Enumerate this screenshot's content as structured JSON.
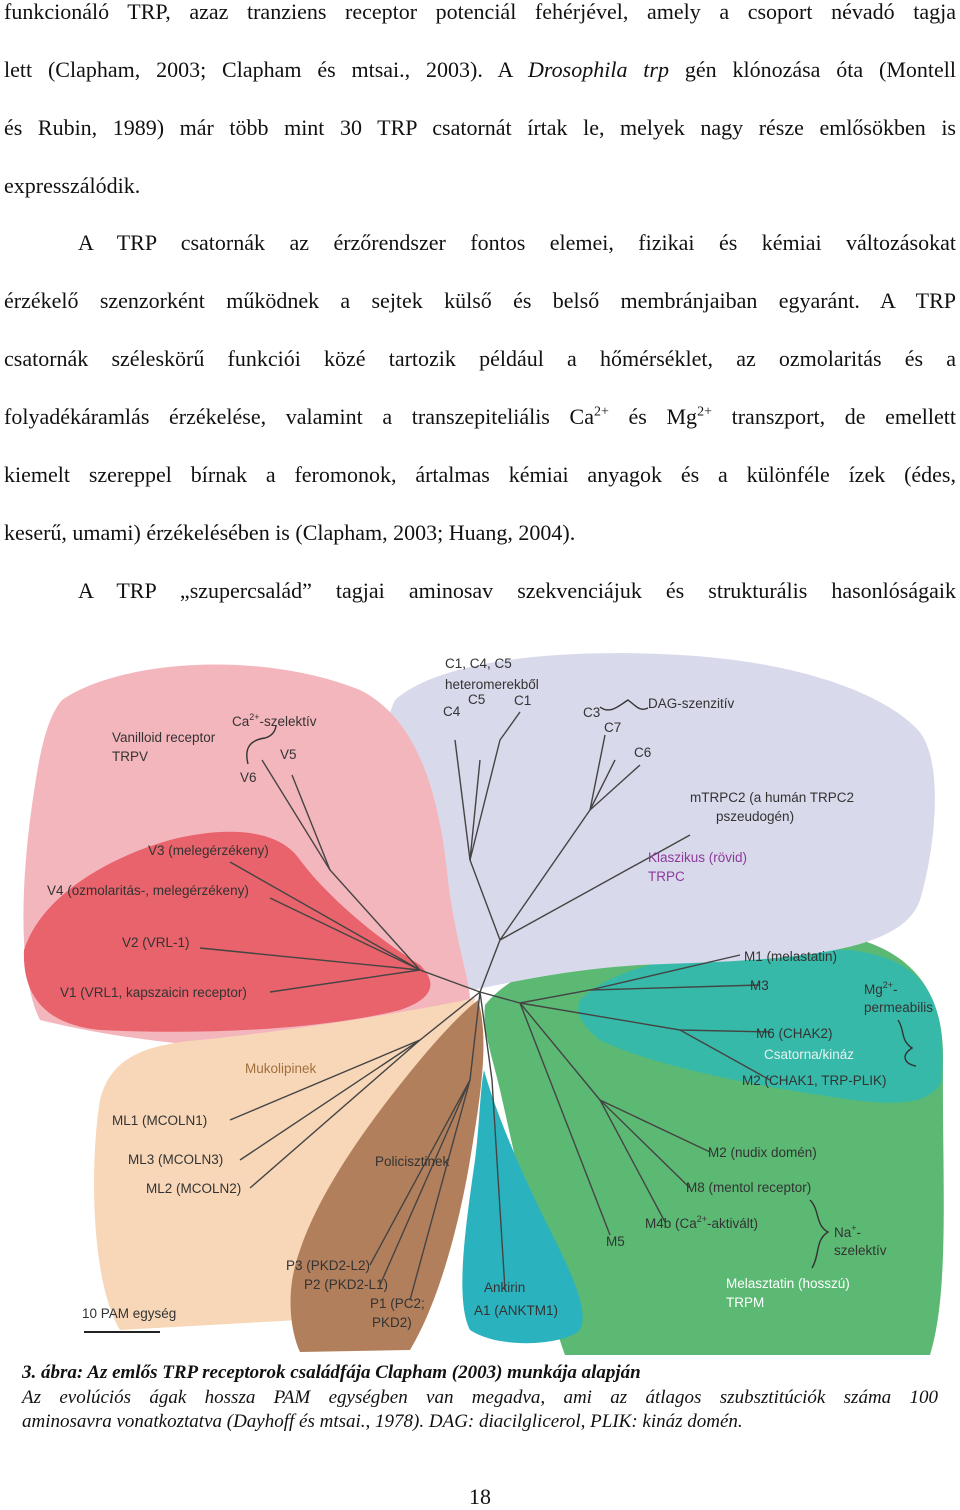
{
  "body_text": {
    "p1": [
      "funkcionáló TRP, azaz tranziens receptor potenciál fehérjével, amely a csoport névadó tagja",
      [
        "lett (Clapham, 2003; Clapham és mtsai., 2003). A ",
        "Drosophila trp",
        " gén klónozása óta (Montell"
      ],
      "és Rubin, 1989) már több mint 30 TRP csatornát írtak le, melyek nagy része emlősökben is",
      "expresszálódik."
    ],
    "p2": [
      "A TRP csatornák az érzőrendszer fontos elemei, fizikai és kémiai változásokat",
      "érzékelő szenzorként működnek a sejtek külső és belső membránjaiban egyaránt. A TRP",
      "csatornák széleskörű funkciói közé tartozik például a hőmérséklet, az ozmolaritás és a",
      [
        "folyadékáramlás érzékelése, valamint a transzepiteliális Ca",
        "2+",
        " és Mg",
        "2+",
        " transzport, de emellett"
      ],
      "kiemelt szereppel bírnak a feromonok, ártalmas kémiai anyagok és a különféle ízek (édes,",
      "keserű, umami) érzékelésében is (Clapham, 2003; Huang, 2004)."
    ],
    "p3": "A TRP „szupercsalád” tagjai aminosav szekvenciájuk és strukturális hasonlóságaik"
  },
  "figure": {
    "colors": {
      "trpv_light": "#f4b6bd",
      "trpv_dark": "#e8636b",
      "trpc": "#d8d9ea",
      "trpm": "#5bb973",
      "trpm_inner": "#36b9a9",
      "mucolipin": "#f8d7b9",
      "polycystin": "#b27f5c",
      "ankyrin": "#2bb2bf",
      "trpc_label": "#8e3a9b",
      "trpm_label": "#ffffff"
    },
    "labels": {
      "c145_het_1": "C1, C4, C5",
      "c145_het_2": "heteromerekből",
      "c5": "C5",
      "c1": "C1",
      "c4": "C4",
      "c3": "C3",
      "c7": "C7",
      "c6": "C6",
      "dag": "DAG-szenzitív",
      "mtrpc2_1": "mTRPC2 (a humán TRPC2",
      "mtrpc2_2": "pszeudogén)",
      "trpc_1": "Klaszikus (rövid)",
      "trpc_2": "TRPC",
      "trpv_1": "Vanilloid receptor",
      "trpv_2": "TRPV",
      "ca_sel_pre": "Ca",
      "ca_sel_sup": "2+",
      "ca_sel_post": "-szelektív",
      "v5": "V5",
      "v6": "V6",
      "v3": "V3 (melegérzékeny)",
      "v4": "V4 (ozmolaritás-, melegérzékeny)",
      "v2": "V2 (VRL-1)",
      "v1": "V1 (VRL1, kapszaicin receptor)",
      "m1": "M1 (melastatin)",
      "m3": "M3",
      "mg_pre": "Mg",
      "mg_sup": "2+",
      "mg_post": "-",
      "mg_2": "permeabilis",
      "m6": "M6 (CHAK2)",
      "kinase": "Csatorna/kináz",
      "m2chak": "M2 (CHAK1, TRP-PLIK)",
      "m2nudix": "M2 (nudix domén)",
      "m8": "M8 (mentol receptor)",
      "m4b_pre": "M4b (Ca",
      "m4b_sup": "2+",
      "m4b_post": "-aktivált)",
      "na_pre": "Na",
      "na_sup": "+",
      "na_post": "-",
      "na_2": "szelektív",
      "m5": "M5",
      "trpm_1": "Melasztatin (hosszú)",
      "trpm_2": "TRPM",
      "mucolipin": "Mukolipinek",
      "ml1": "ML1 (MCOLN1)",
      "ml3": "ML3 (MCOLN3)",
      "ml2": "ML2 (MCOLN2)",
      "polycystin": "Policisztinek",
      "p3": "P3 (PKD2-L2)",
      "p2": "P2 (PKD2-L1)",
      "p1_1": "P1 (PC2;",
      "p1_2": "PKD2)",
      "ankyrin": "Ankirin",
      "a1": "A1 (ANKTM1)",
      "scale": "10 PAM egység"
    }
  },
  "caption": {
    "title": "3. ábra: Az emlős TRP receptorok családfája Clapham (2003) munkája alapján",
    "body": [
      "Az evolúciós ágak hossza PAM egységben van megadva, ami az átlagos szubsztitúciók száma 100",
      "aminosavra vonatkoztatva (Dayhoff és mtsai., 1978). DAG: diacilglicerol, PLIK: kináz domén."
    ]
  },
  "page_number": "18"
}
